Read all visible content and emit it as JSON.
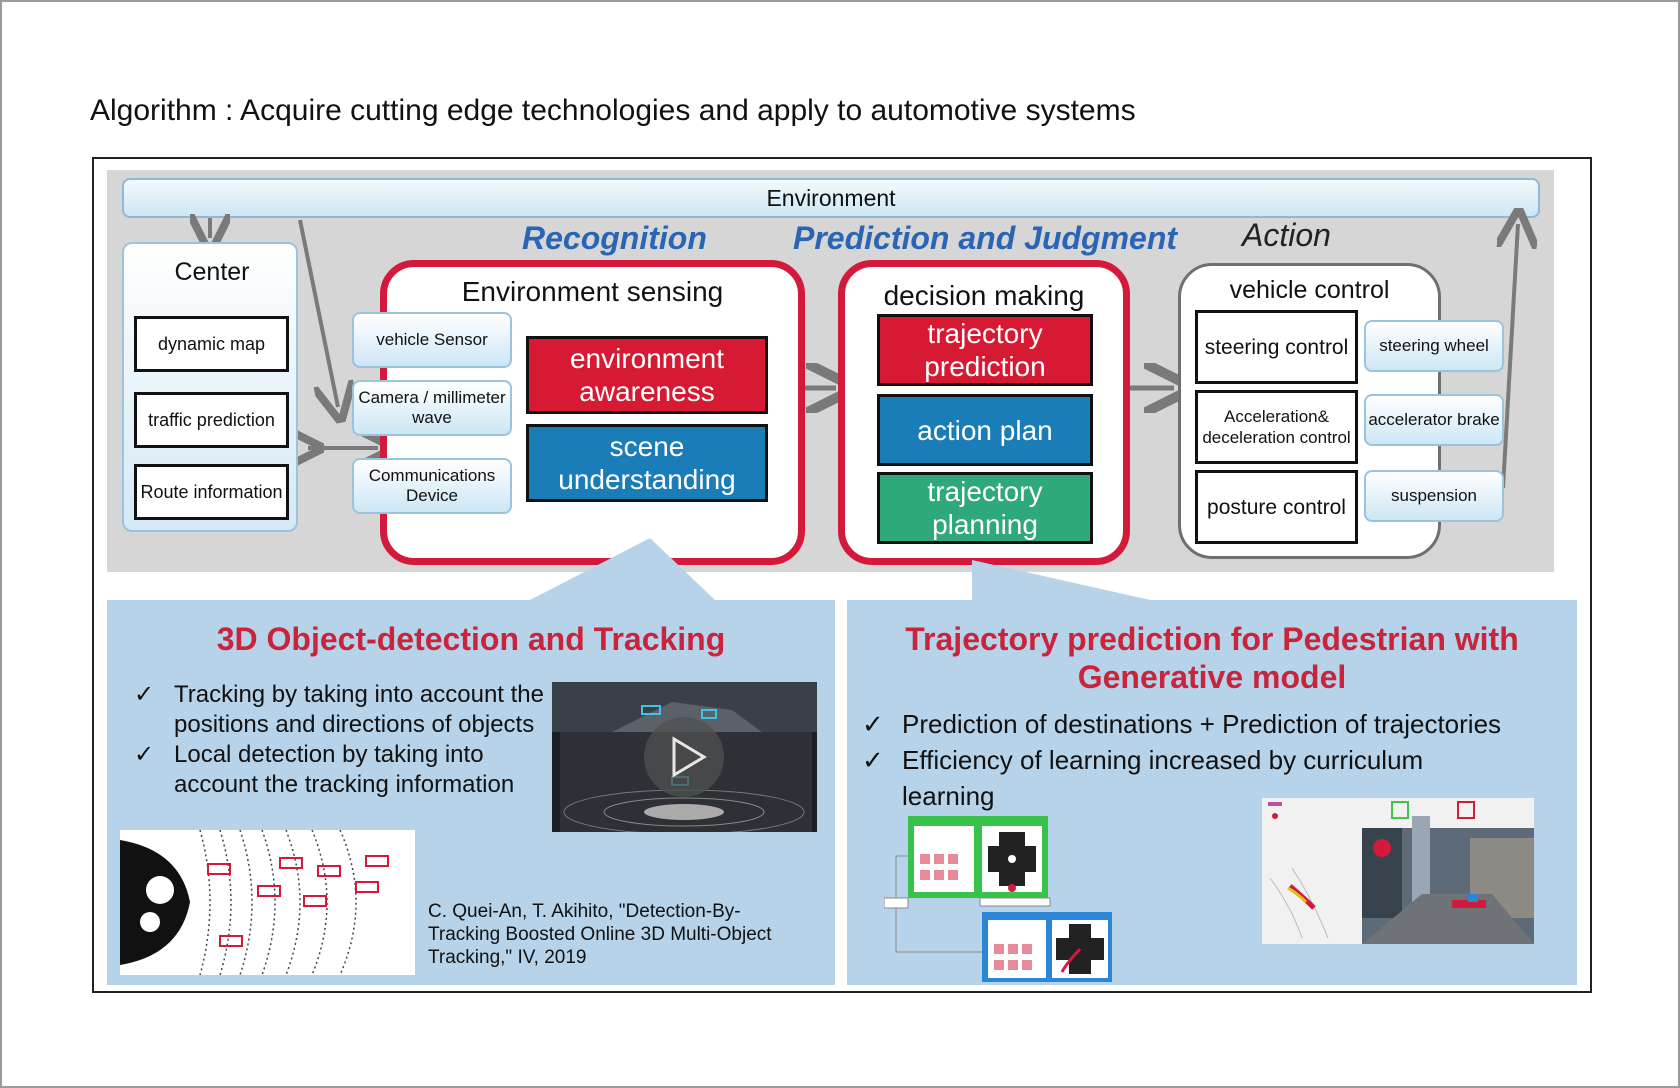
{
  "title": "Algorithm : Acquire cutting edge technologies and apply to automotive systems",
  "environment": "Environment",
  "stages": {
    "recognition": "Recognition",
    "prediction": "Prediction and Judgment",
    "action": "Action"
  },
  "center": {
    "title": "Center",
    "items": [
      "dynamic map",
      "traffic prediction",
      "Route information"
    ]
  },
  "sensing": {
    "title": "Environment  sensing",
    "inputs": [
      "vehicle Sensor",
      "Camera / millimeter wave",
      "Communications Device"
    ],
    "awareness": "environment awareness",
    "scene": "scene understanding"
  },
  "decision": {
    "title": "decision making",
    "trajectory_prediction": "trajectory prediction",
    "action_plan": "action plan",
    "trajectory_planning": "trajectory planning"
  },
  "vehicle_control": {
    "title": "vehicle control",
    "controls": [
      "steering control",
      "Acceleration& deceleration control",
      "posture control"
    ],
    "actuators": [
      "steering wheel",
      "accelerator brake",
      "suspension"
    ]
  },
  "left_section": {
    "heading": "3D Object-detection and Tracking",
    "bullets": [
      "Tracking by taking into account the positions and directions of objects",
      "Local detection by taking into account the tracking information"
    ],
    "citation": "C. Quei-An, T. Akihito, \"Detection-By-Tracking Boosted Online 3D Multi-Object Tracking,\" IV, 2019"
  },
  "right_section": {
    "heading": "Trajectory prediction for Pedestrian with Generative model",
    "bullets": [
      "Prediction of destinations + Prediction of trajectories",
      "Efficiency of learning increased by curriculum learning"
    ]
  },
  "icons": {
    "check": "✓",
    "play": "play-icon"
  },
  "colors": {
    "accent_red": "#d31a3a",
    "accent_blue": "#2a64b4",
    "box_blue": "#1b7db8",
    "box_green": "#2fa87a",
    "panel_blue": "#b6d3e9"
  }
}
